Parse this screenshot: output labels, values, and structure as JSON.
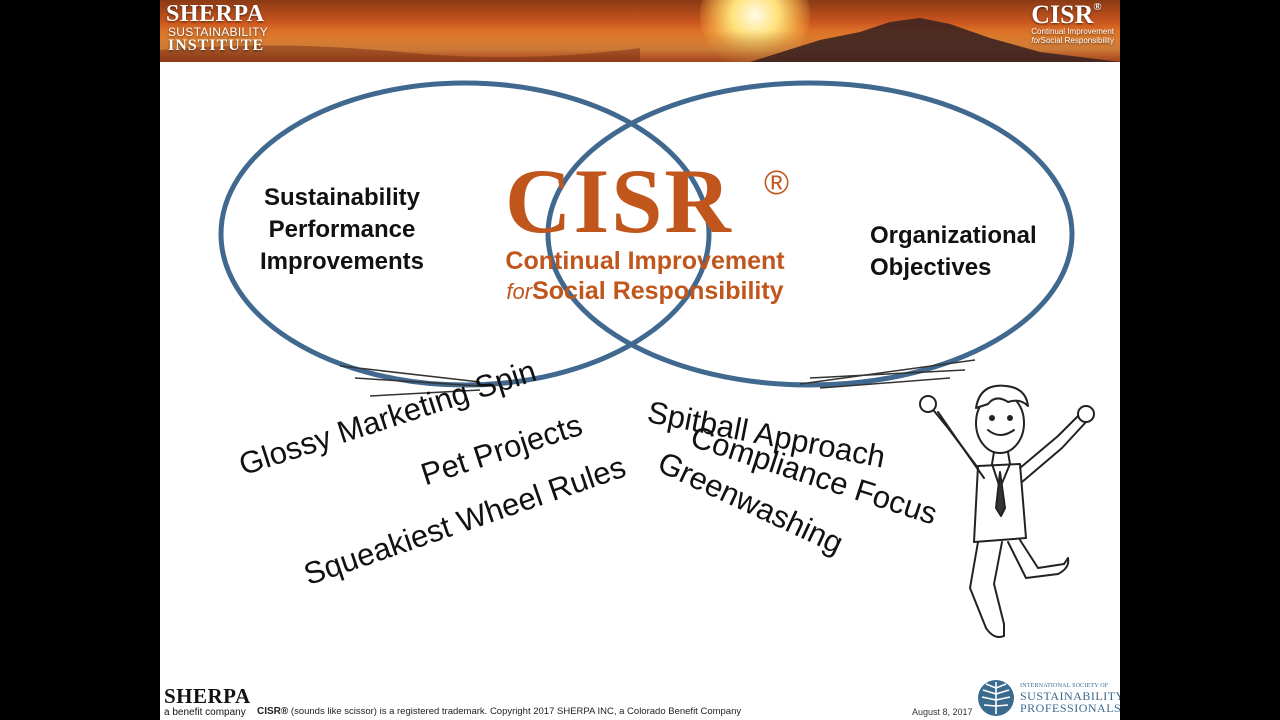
{
  "header": {
    "left_brand": {
      "line1": "SHERPA",
      "line2": "SUSTAINABILITY",
      "line3": "INSTITUTE"
    },
    "right_brand": {
      "title": "CISR",
      "reg": "®",
      "sub1": "Continual Improvement",
      "sub2_for": "for",
      "sub2_rest": "Social Responsibility"
    }
  },
  "venn": {
    "left_label": [
      "Sustainability",
      "Performance",
      "Improvements"
    ],
    "right_label": [
      "Organizational",
      "Objectives"
    ],
    "center": {
      "title": "CISR",
      "reg": "®",
      "sub1": "Continual Improvement",
      "sub2_for": "for",
      "sub2_rest": "Social Responsibility"
    },
    "ellipse_color": "#41698f"
  },
  "phrases": {
    "left": [
      "Glossy Marketing Spin",
      "Pet Projects",
      "Squeakiest Wheel Rules"
    ],
    "right": [
      "Spitball Approach",
      "Compliance Focus",
      "Greenwashing"
    ]
  },
  "footer": {
    "logo": "SHERPA",
    "tagline": "a benefit company",
    "note_bold": "CISR®",
    "note": " (sounds like scissor) is a registered trademark. Copyright 2017 SHERPA INC, a Colorado Benefit Company",
    "date": "August 8, 2017",
    "issp_line1": "INTERNATIONAL SOCIETY OF",
    "issp_line2": "SUSTAINABILITY",
    "issp_line3": "PROFESSIONALS"
  },
  "colors": {
    "accent_orange": "#c0561c",
    "ellipse_blue": "#41698f",
    "issp_blue": "#3a6a8e"
  },
  "icons": [
    "celebrating-man-illustration",
    "issp-leaf-logo",
    "sun-mountain-banner"
  ]
}
